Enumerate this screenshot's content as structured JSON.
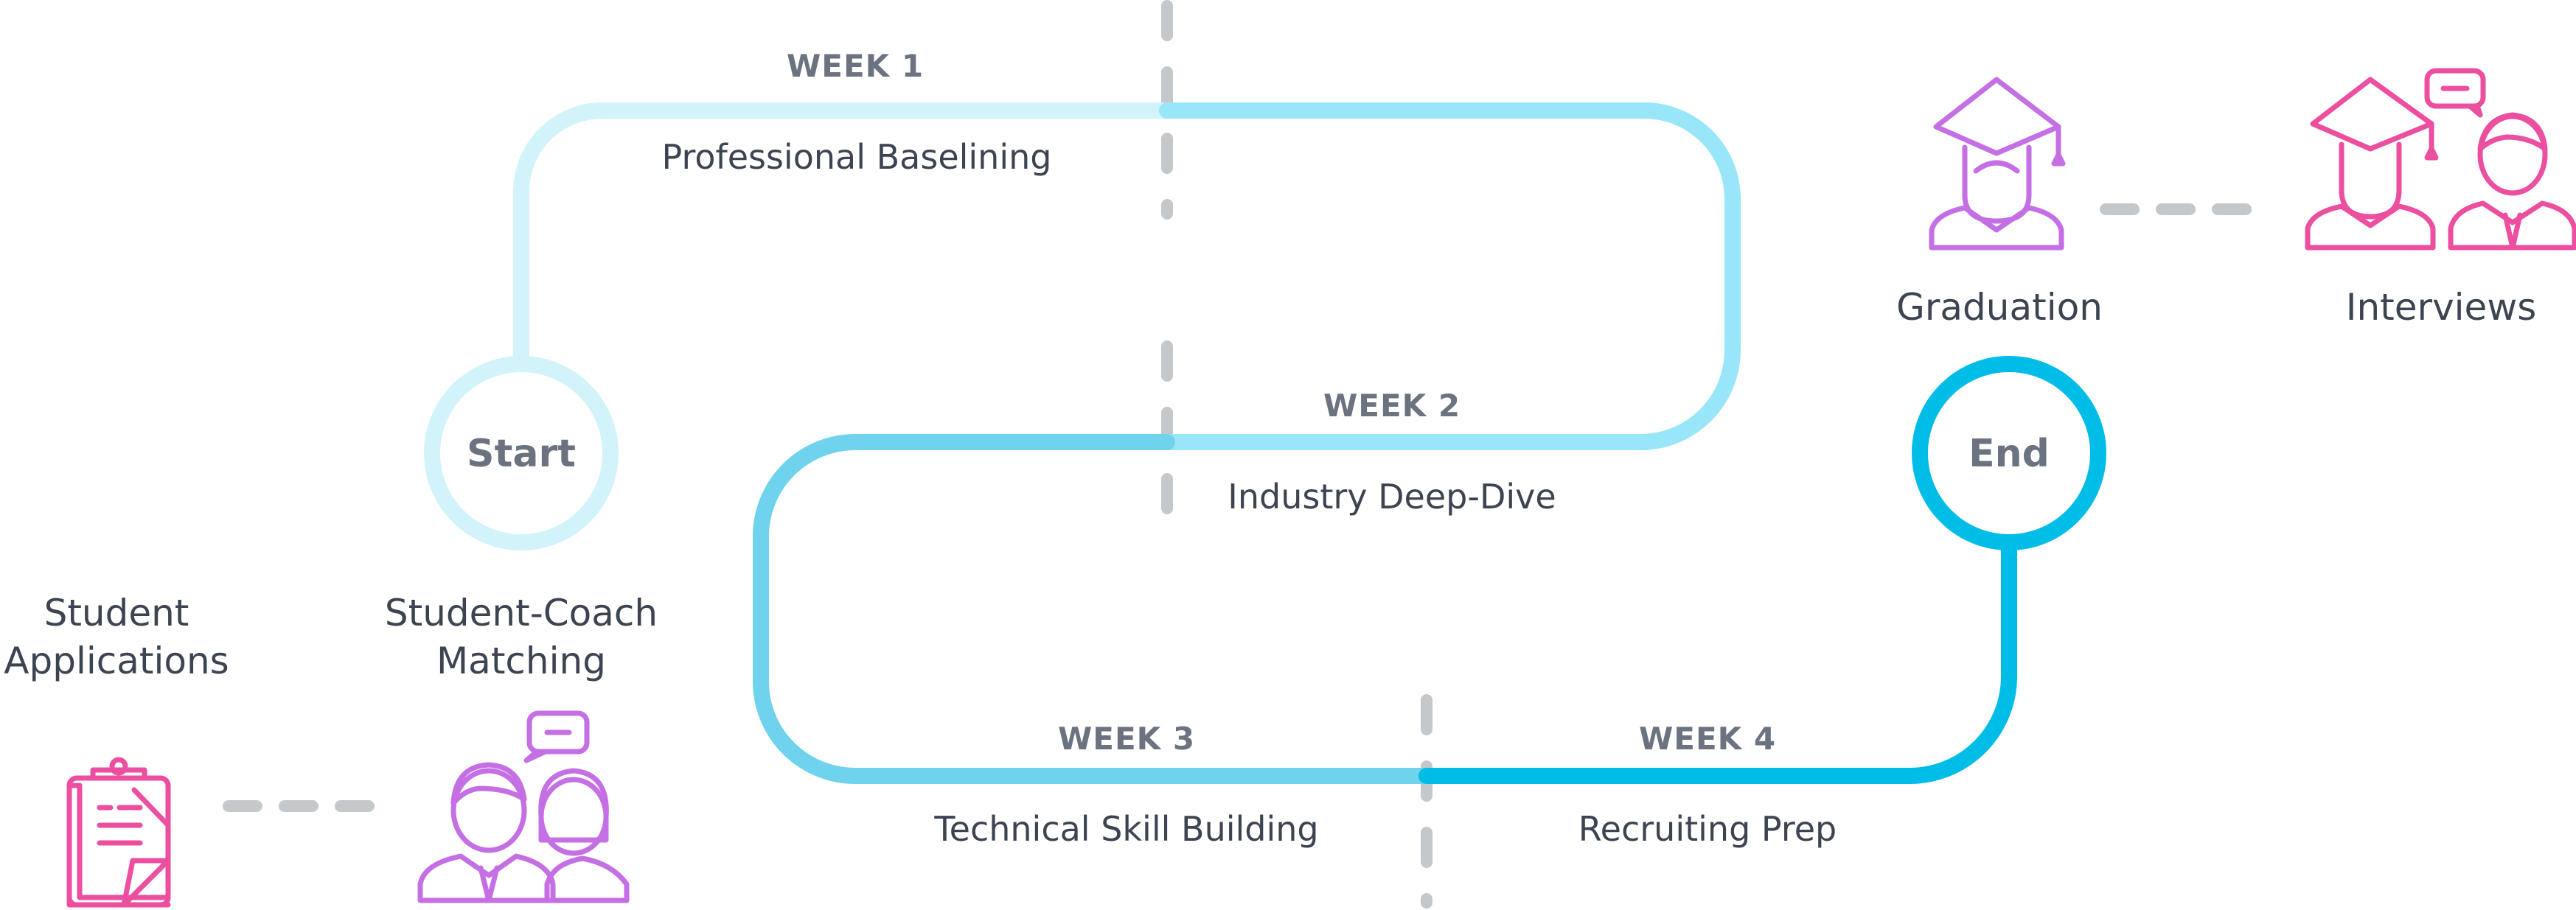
{
  "weeks": [
    {
      "label": "WEEK 1",
      "title": "Professional Baselining"
    },
    {
      "label": "WEEK 2",
      "title": "Industry Deep-Dive"
    },
    {
      "label": "WEEK 3",
      "title": "Technical Skill Building"
    },
    {
      "label": "WEEK 4",
      "title": "Recruiting Prep"
    }
  ],
  "nodes": {
    "start": "Start",
    "end": "End"
  },
  "steps": {
    "applications": [
      "Student",
      "Applications"
    ],
    "matching": [
      "Student-Coach",
      "Matching"
    ],
    "graduation": "Graduation",
    "interviews": "Interviews"
  },
  "colors": {
    "path_light": "#d3f3fb",
    "path_mid": "#98e6f8",
    "path_week3": "#6fd3ed",
    "path_dark": "#00bde8",
    "divider": "#c4c8cb",
    "icon_pink": "#ec4fa0",
    "icon_purple": "#c56fe4"
  },
  "icons": [
    "clipboard-icon",
    "student-coach-icon",
    "graduate-icon",
    "interview-icon"
  ]
}
